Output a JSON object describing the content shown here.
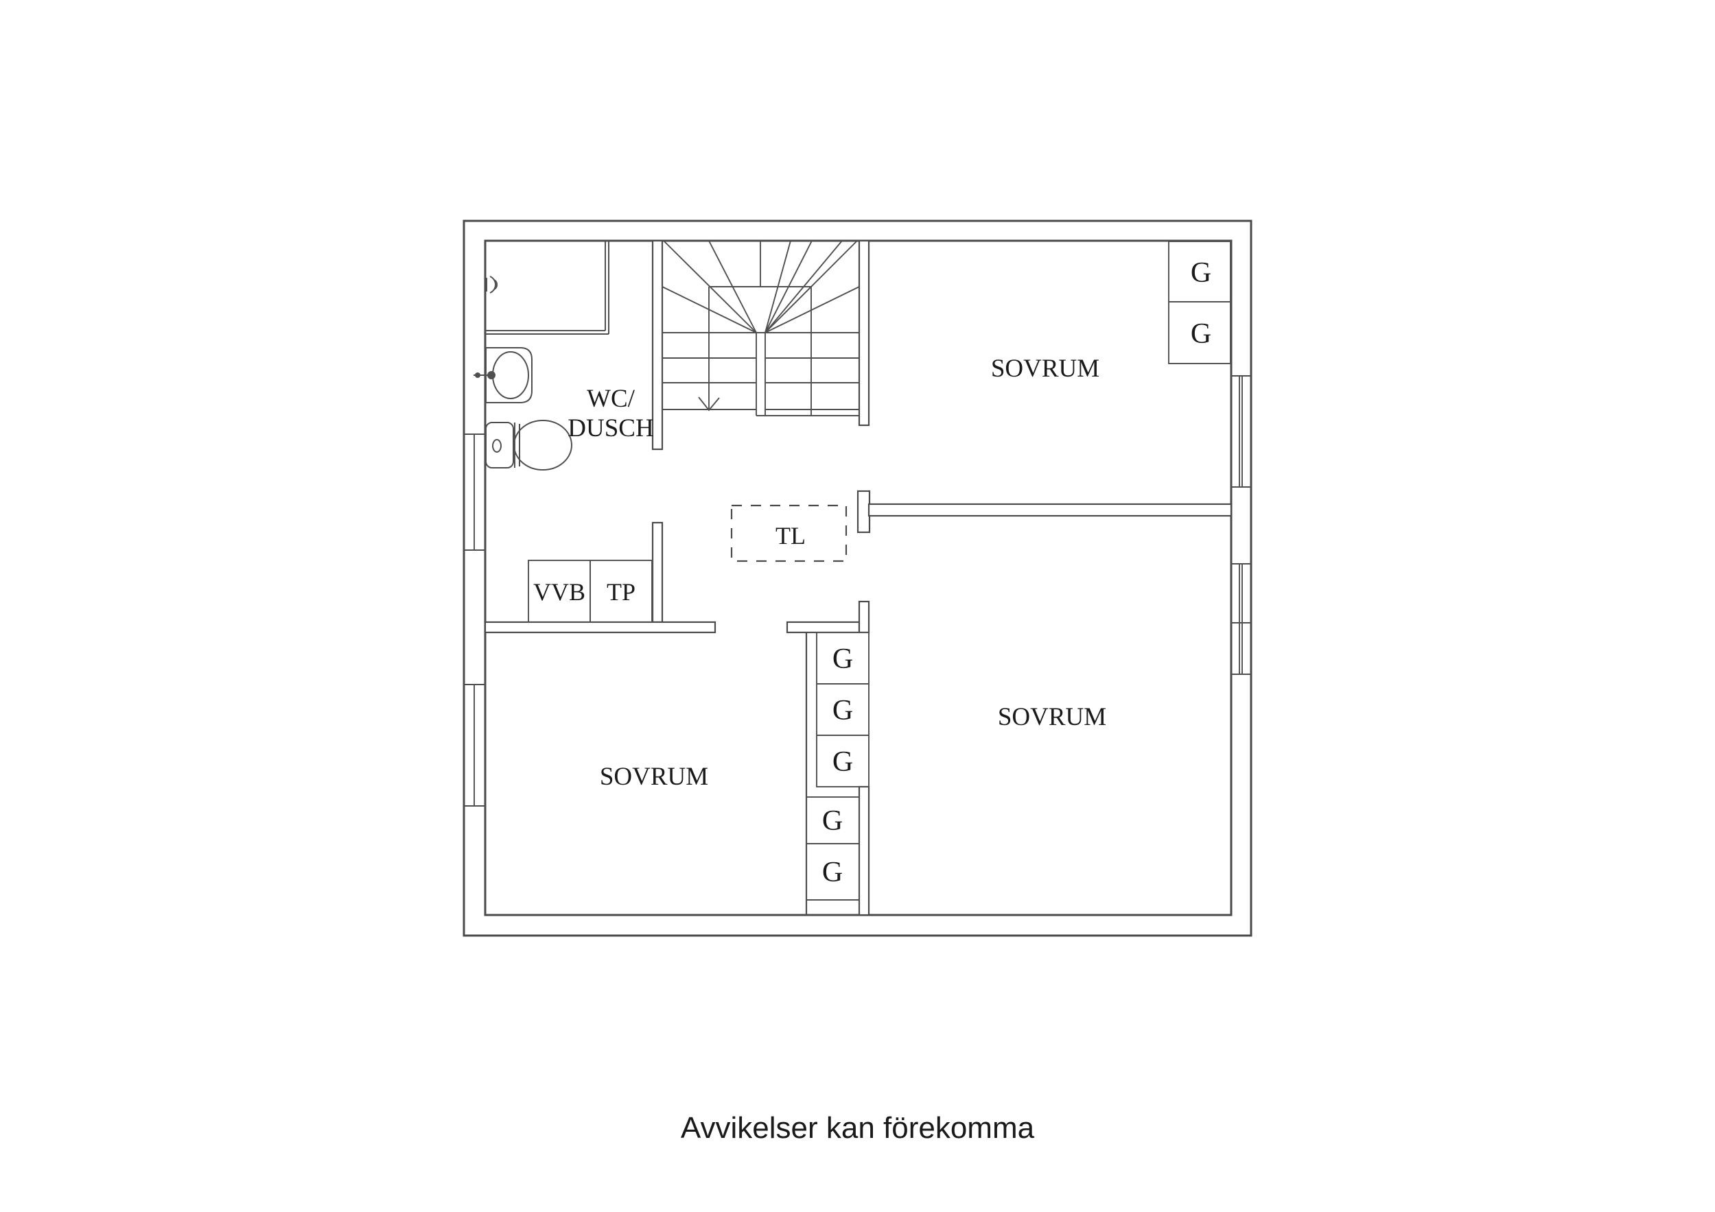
{
  "floorplan": {
    "rooms": {
      "bedroom_top_right": "SOVRUM",
      "bedroom_bottom_left": "SOVRUM",
      "bedroom_bottom_right": "SOVRUM",
      "bathroom_line1": "WC/",
      "bathroom_line2": "DUSCH"
    },
    "labels": {
      "wardrobe": "G",
      "tl": "TL",
      "vvb": "VVB",
      "tp": "TP"
    },
    "colors": {
      "line": "#4a4a4a",
      "text": "#1a1a1a",
      "background": "#ffffff"
    }
  },
  "caption": "Avvikelser kan förekomma"
}
